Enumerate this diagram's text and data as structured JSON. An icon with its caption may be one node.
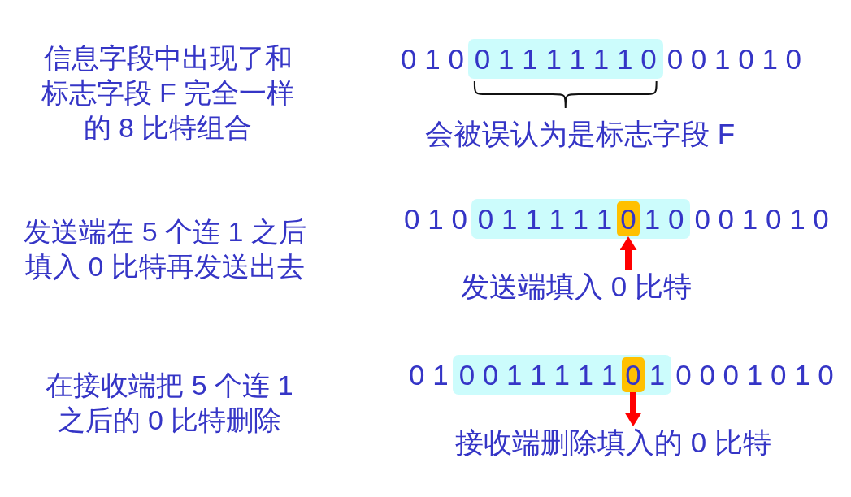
{
  "diagram": {
    "nodes": [
      {
        "text": [
          "0 1 1 1 1 1 1 0"
        ]
      },
      {
        "text": [
          "0 1 1 1 1 1",
          "1 0"
        ]
      },
      {
        "text": [
          "0"
        ],
        "in": 1
      },
      {
        "text": [
          "发送端填入 0 比特"
        ]
      },
      {
        "text": [
          "0 0 1 1 1 1 1",
          "1"
        ]
      },
      {
        "text": [
          "0"
        ],
        "in": 4
      },
      {
        "text": [
          "接收端删除填入的 0 比特"
        ]
      }
    ],
    "edges": [
      {
        "from": 3,
        "to": 2,
        "arrow": "to"
      },
      {
        "from": 5,
        "to": 6,
        "arrow": "to"
      }
    ],
    "labels": [
      "信息字段中出现了和标志字段 F 完全一样的 8 比特组合",
      "0 1 0",
      "0 0 1 0 1 0",
      "会被误认为是标志字段 F",
      "发送端在 5 个连 1 之后填入 0 比特再发送出去",
      "0 1 0",
      "0 0 1 0 1 0",
      "在接收端把 5 个连 1 之后的 0 比特删除",
      "0 1",
      "0 0 0 1 0 1 0"
    ]
  }
}
